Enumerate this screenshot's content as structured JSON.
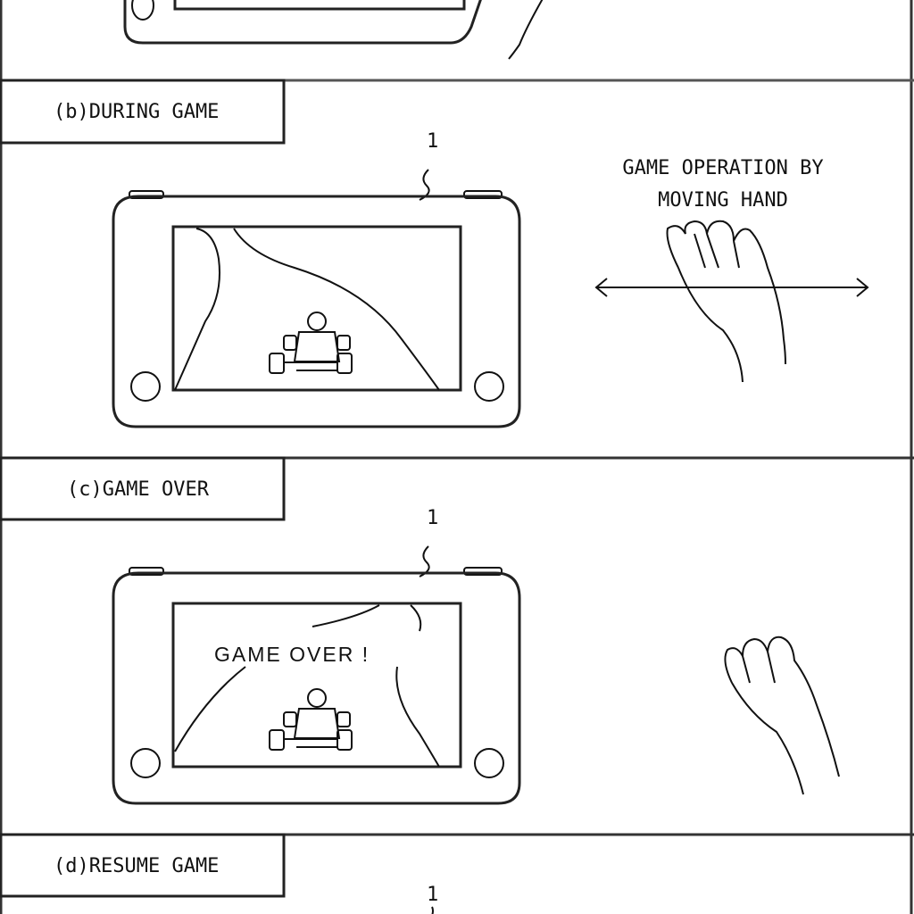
{
  "panels": {
    "b": {
      "label": "(b)DURING GAME",
      "ref": "1",
      "caption_line1": "GAME OPERATION BY",
      "caption_line2": "MOVING HAND"
    },
    "c": {
      "label": "(c)GAME OVER",
      "ref": "1",
      "screen_text": "GAME  OVER !"
    },
    "d": {
      "label": "(d)RESUME GAME",
      "ref": "1"
    }
  }
}
